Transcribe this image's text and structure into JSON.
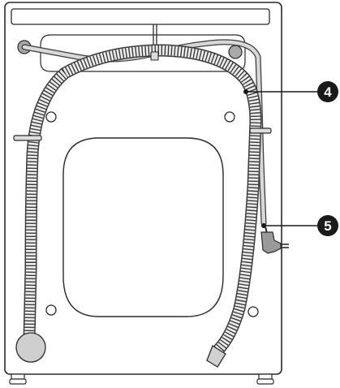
{
  "diagram": {
    "callouts": [
      {
        "id": "callout-4",
        "label": "4"
      },
      {
        "id": "callout-5",
        "label": "5"
      }
    ],
    "colors": {
      "outline": "#2a2a2a",
      "panel": "#ffffff",
      "hose_fill": "#e2e2e2",
      "hose_stroke": "#3a3a3a",
      "foot_fill": "#cfcfcf",
      "callout_fill": "#1a1a1a",
      "callout_text": "#ffffff"
    },
    "components": {
      "cabinet": "washing-machine-rear-panel",
      "drain_hose": "corrugated-drain-hose",
      "inlet_hose": "water-inlet-hose",
      "power_cord": "power-cord-with-plug",
      "feet": "adjustable-feet"
    }
  }
}
